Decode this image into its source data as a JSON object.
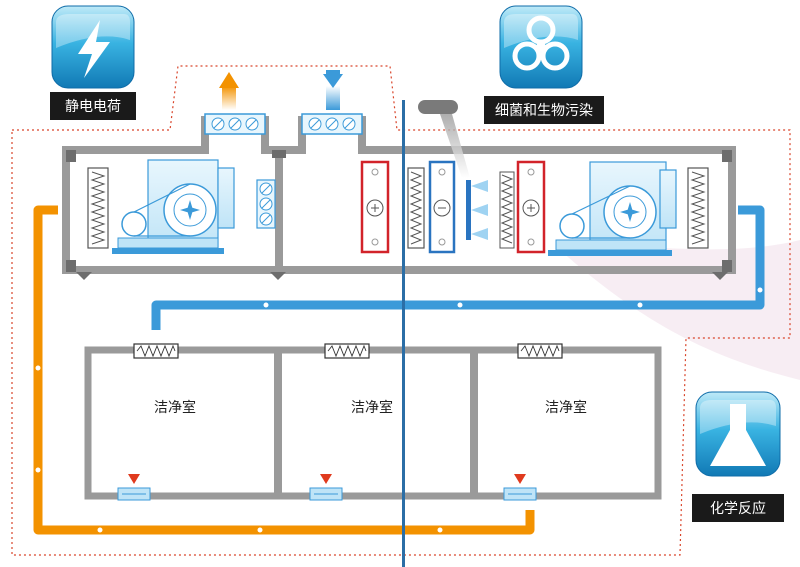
{
  "badges": {
    "static": {
      "label": "静电电荷",
      "icon": "lightning-icon"
    },
    "bio": {
      "label": "细菌和生物污染",
      "icon": "biohazard-icon"
    },
    "chem": {
      "label": "化学反应",
      "icon": "flask-icon"
    }
  },
  "rooms": [
    {
      "label": "洁净室"
    },
    {
      "label": "洁净室"
    },
    {
      "label": "洁净室"
    }
  ],
  "colors": {
    "supply_duct": "#3b9ad9",
    "return_duct": "#f39200",
    "wall": "#9a9a9a",
    "filter_red": "#d2232a",
    "filter_blue": "#2a74c0",
    "divider": "#2b6ea6",
    "zone_outline": "#d9452b",
    "badge_blue": "#2aa7dc"
  }
}
